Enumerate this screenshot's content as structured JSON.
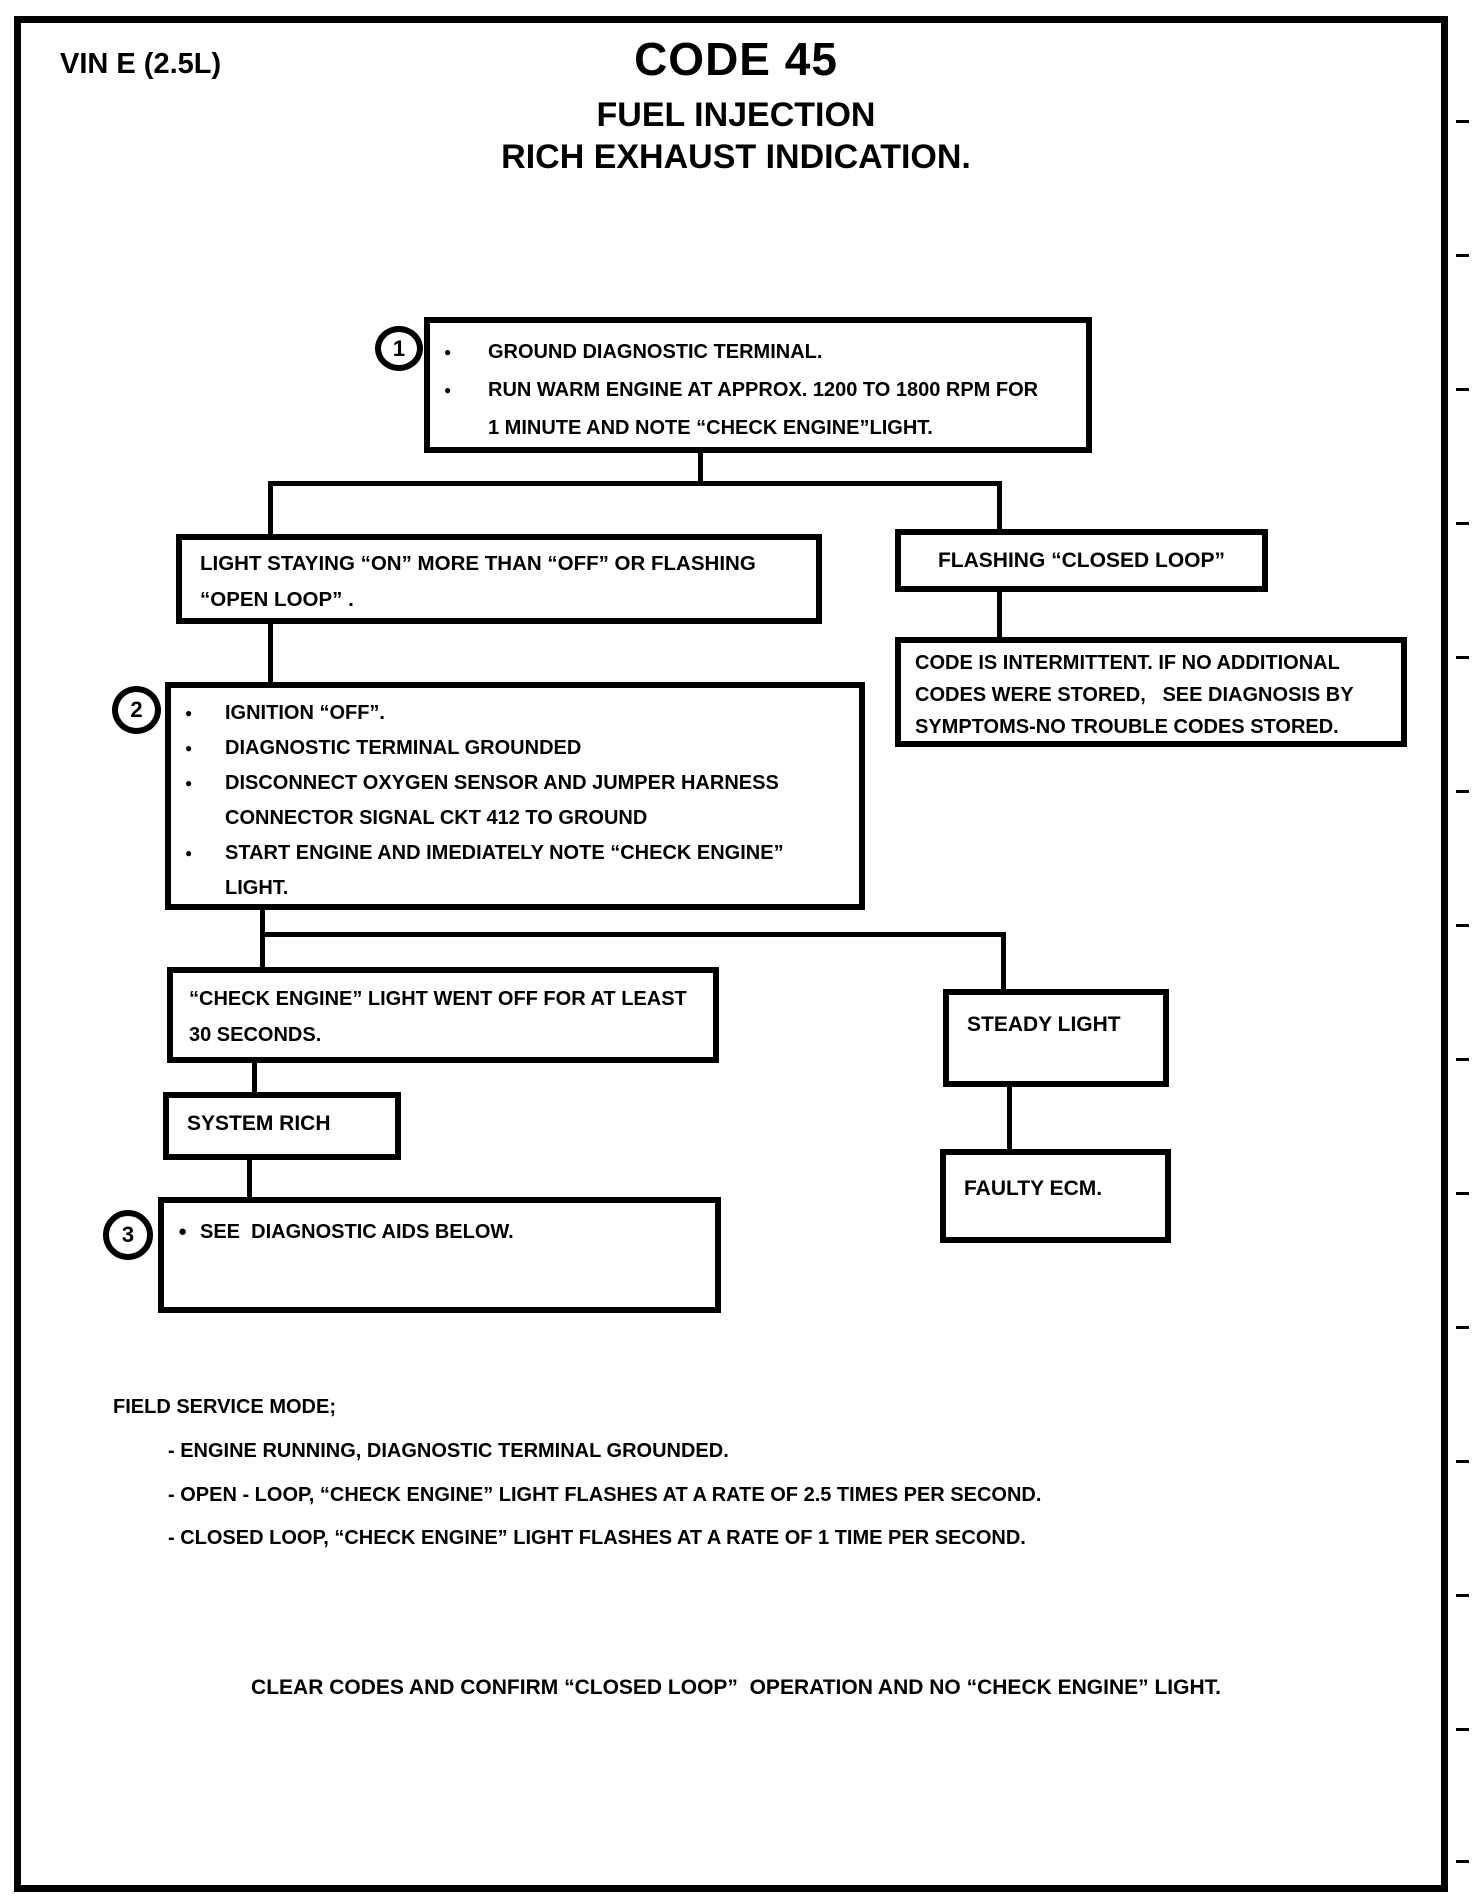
{
  "colors": {
    "ink": "#000000",
    "paper": "#ffffff"
  },
  "icons": {
    "bullet": "●"
  },
  "header": {
    "vin": "VIN E (2.5L)",
    "title": "CODE 45",
    "subtitle1": "FUEL INJECTION",
    "subtitle2": "RICH EXHAUST INDICATION."
  },
  "flow": {
    "step1": {
      "num": "1",
      "bullets": [
        "GROUND DIAGNOSTIC TERMINAL.",
        "RUN WARM ENGINE AT APPROX. 1200 TO 1800 RPM FOR 1 MINUTE AND NOTE “CHECK ENGINE”LIGHT."
      ]
    },
    "open_loop": {
      "text": "LIGHT STAYING “ON” MORE THAN “OFF” OR FLASHING “OPEN LOOP” ."
    },
    "closed_loop": {
      "text": "FLASHING “CLOSED LOOP”"
    },
    "intermittent": {
      "lines": [
        "CODE IS INTERMITTENT. IF NO ADDITIONAL",
        "CODES WERE STORED,   SEE DIAGNOSIS BY",
        "SYMPTOMS-NO TROUBLE CODES STORED."
      ]
    },
    "step2": {
      "num": "2",
      "bullets": [
        "IGNITION “OFF”.",
        "DIAGNOSTIC TERMINAL GROUNDED",
        "DISCONNECT OXYGEN SENSOR AND JUMPER HARNESS CONNECTOR SIGNAL CKT 412 TO GROUND",
        "START ENGINE AND IMEDIATELY NOTE “CHECK ENGINE” LIGHT."
      ]
    },
    "light_off": {
      "text": "“CHECK ENGINE” LIGHT WENT OFF FOR AT LEAST 30 SECONDS."
    },
    "steady": {
      "text": "STEADY LIGHT"
    },
    "system_rich": {
      "text": "SYSTEM RICH"
    },
    "faulty_ecm": {
      "text": "FAULTY ECM."
    },
    "step3": {
      "num": "3",
      "bullet": "SEE  DIAGNOSTIC AIDS BELOW."
    }
  },
  "field_service": {
    "heading": "FIELD SERVICE MODE;",
    "items": [
      "- ENGINE RUNNING, DIAGNOSTIC TERMINAL GROUNDED.",
      "- OPEN - LOOP, “CHECK ENGINE” LIGHT FLASHES AT A RATE OF 2.5 TIMES PER SECOND.",
      "- CLOSED LOOP, “CHECK ENGINE” LIGHT FLASHES AT A RATE OF 1 TIME PER SECOND."
    ]
  },
  "footer": {
    "text": "CLEAR CODES AND CONFIRM “CLOSED LOOP”  OPERATION AND NO “CHECK ENGINE” LIGHT."
  }
}
